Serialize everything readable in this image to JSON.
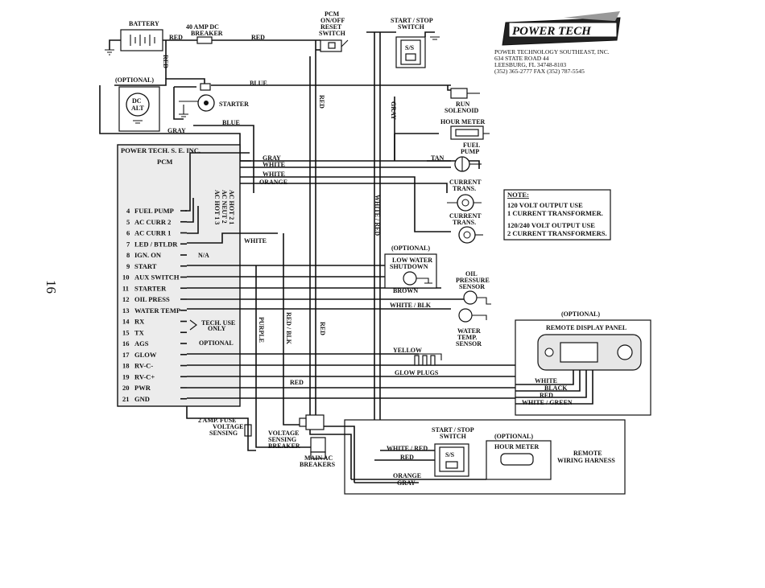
{
  "page_number": "16",
  "logo": {
    "text": "POWER TECH",
    "subtext": ""
  },
  "company": {
    "name": "POWER TECHNOLOGY SOUTHEAST, INC.",
    "address": "634 STATE ROAD 44",
    "city": "LEESBURG, FL 34748-8103",
    "phone": "(352) 365-2777 FAX (352) 787-5545"
  },
  "pcm": {
    "title": "POWER TECH. S. E. INC.",
    "subtitle": "PCM",
    "pins": [
      {
        "num": "4",
        "label": "FUEL PUMP"
      },
      {
        "num": "5",
        "label": "AC CURR 2"
      },
      {
        "num": "6",
        "label": "AC CURR 1"
      },
      {
        "num": "7",
        "label": "LED / BTLDR"
      },
      {
        "num": "8",
        "label": "IGN. ON"
      },
      {
        "num": "9",
        "label": "START"
      },
      {
        "num": "10",
        "label": "AUX SWITCH"
      },
      {
        "num": "11",
        "label": "STARTER"
      },
      {
        "num": "12",
        "label": "OIL PRESS"
      },
      {
        "num": "13",
        "label": "WATER TEMP"
      },
      {
        "num": "14",
        "label": "RX"
      },
      {
        "num": "15",
        "label": "TX"
      },
      {
        "num": "16",
        "label": "AGS"
      },
      {
        "num": "17",
        "label": "GLOW"
      },
      {
        "num": "18",
        "label": "RV-C-"
      },
      {
        "num": "19",
        "label": "RV-C+"
      },
      {
        "num": "20",
        "label": "PWR"
      },
      {
        "num": "21",
        "label": "GND"
      }
    ],
    "ac_pins": [
      "AC HOT 2  1",
      "AC NEUT  2",
      "AC HOT 1  3"
    ],
    "na": "N/A",
    "tech_use": "TECH. USE",
    "only": "ONLY",
    "optional": "OPTIONAL"
  },
  "labels": {
    "battery": "BATTERY",
    "breaker_40_a": "40 AMP DC",
    "breaker_40_b": "BREAKER",
    "pcm_switch_a": "PCM",
    "pcm_switch_b": "ON/OFF",
    "pcm_switch_c": "RESET",
    "pcm_switch_d": "SWITCH",
    "start_stop_a": "START / STOP",
    "start_stop_b": "SWITCH",
    "ss": "S/S",
    "optional": "(OPTIONAL)",
    "dc_alt_a": "DC",
    "dc_alt_b": "ALT",
    "starter": "STARTER",
    "run_a": "RUN",
    "run_b": "SOLENOID",
    "hour_meter": "HOUR METER",
    "fuel_a": "FUEL",
    "fuel_b": "PUMP",
    "ct_a": "CURRENT",
    "ct_b": "TRANS.",
    "lws_a": "LOW WATER",
    "lws_b": "SHUTDOWN",
    "oil_a": "OIL",
    "oil_b": "PRESSURE",
    "oil_c": "SENSOR",
    "wt_a": "WATER",
    "wt_b": "TEMP.",
    "wt_c": "SENSOR",
    "glow": "GLOW PLUGS",
    "remote_panel": "REMOTE DISPLAY PANEL",
    "remote_harness_a": "REMOTE",
    "remote_harness_b": "WIRING HARNESS",
    "fuse_a": "2 AMP. FUSE",
    "fuse_b": "VOLTAGE",
    "fuse_c": "SENSING",
    "vsb_a": "VOLTAGE",
    "vsb_b": "SENSING",
    "vsb_c": "BREAKER",
    "main_a": "MAIN AC",
    "main_b": "BREAKERS"
  },
  "wires": {
    "red": "RED",
    "blue": "BLUE",
    "gray": "GRAY",
    "white": "WHITE",
    "orange": "ORANGE",
    "tan": "TAN",
    "white_red": "WHITE / RED",
    "purple": "PURPLE",
    "red_blk": "RED / BLK",
    "brown": "BROWN",
    "white_blk": "WHITE / BLK",
    "yellow": "YELLOW",
    "black": "BLACK",
    "white_green": "WHITE / GREEN"
  },
  "note": {
    "title": "NOTE:",
    "line1": "120 VOLT  OUTPUT USE",
    "line2": "1 CURRENT TRANSFORMER.",
    "line3": "120/240 VOLT OUTPUT USE",
    "line4": "2 CURRENT TRANSFORMERS."
  }
}
